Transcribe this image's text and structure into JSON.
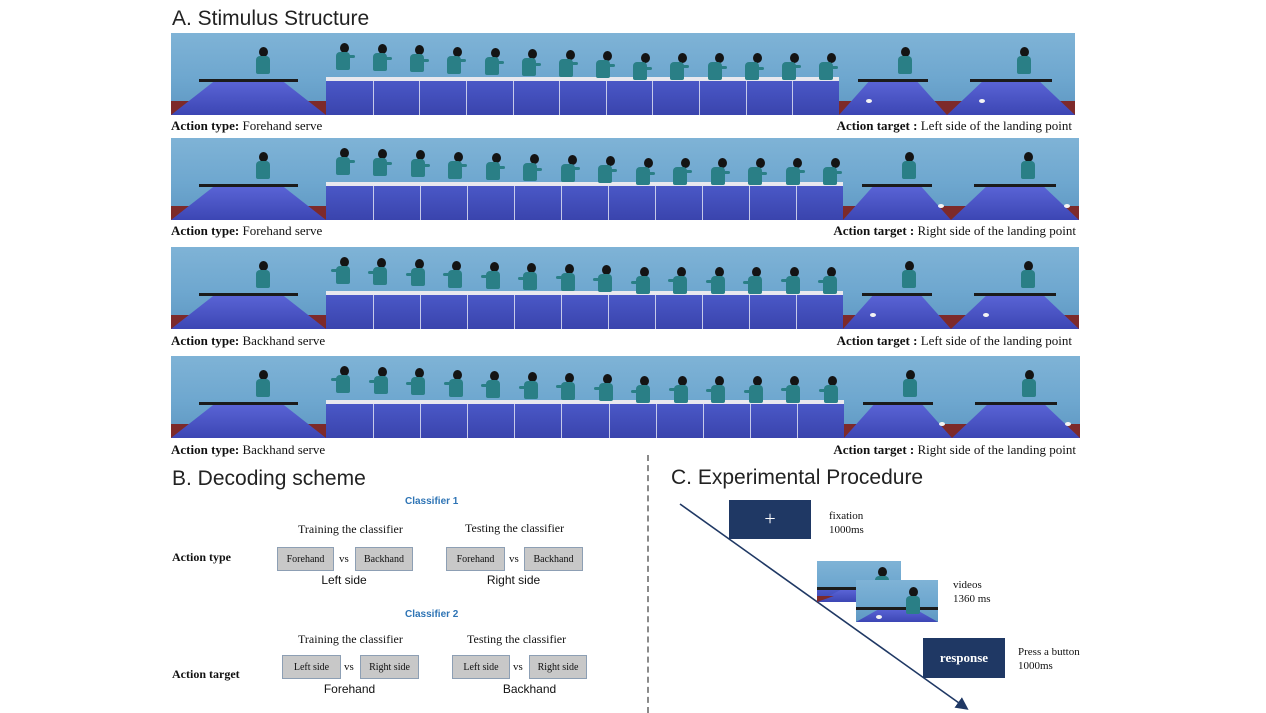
{
  "section_a": {
    "title": "A. Stimulus Structure"
  },
  "stimuli": [
    {
      "type_label": "Action type:",
      "type_value": "Forehand serve",
      "target_label": "Action target :",
      "target_value": "Left side of the landing point"
    },
    {
      "type_label": "Action type:",
      "type_value": "Forehand serve",
      "target_label": "Action target :",
      "target_value": "Right side of the landing point"
    },
    {
      "type_label": "Action type:",
      "type_value": "Backhand serve",
      "target_label": "Action target :",
      "target_value": "Left side of the landing point"
    },
    {
      "type_label": "Action type:",
      "type_value": "Backhand serve",
      "target_label": "Action target :",
      "target_value": "Right side of the landing point"
    }
  ],
  "section_b": {
    "title": "B. Decoding scheme",
    "classifier1": {
      "title": "Classifier 1",
      "row_label": "Action type",
      "training_label": "Training the classifier",
      "testing_label": "Testing the classifier",
      "train_a": "Forehand",
      "train_b": "Backhand",
      "train_under": "Left side",
      "test_a": "Forehand",
      "test_b": "Backhand",
      "test_under": "Right side",
      "vs": "vs"
    },
    "classifier2": {
      "title": "Classifier 2",
      "row_label": "Action target",
      "training_label": "Training the classifier",
      "testing_label": "Testing the classifier",
      "train_a": "Left side",
      "train_b": "Right side",
      "train_under": "Forehand",
      "test_a": "Left side",
      "test_b": "Right side",
      "test_under": "Backhand",
      "vs": "vs"
    }
  },
  "section_c": {
    "title": "C. Experimental Procedure",
    "fixation_symbol": "+",
    "fixation_label": "fixation",
    "fixation_time": "1000ms",
    "videos_label": "videos",
    "videos_time": "1360 ms",
    "response_box": "response",
    "response_label": "Press a button",
    "response_time": "1000ms"
  },
  "colors": {
    "accent_blue": "#2e74b5",
    "dark_navy": "#1f3864",
    "table_blue": "#4b59c8",
    "wall_blue": "#6ea7cf"
  }
}
